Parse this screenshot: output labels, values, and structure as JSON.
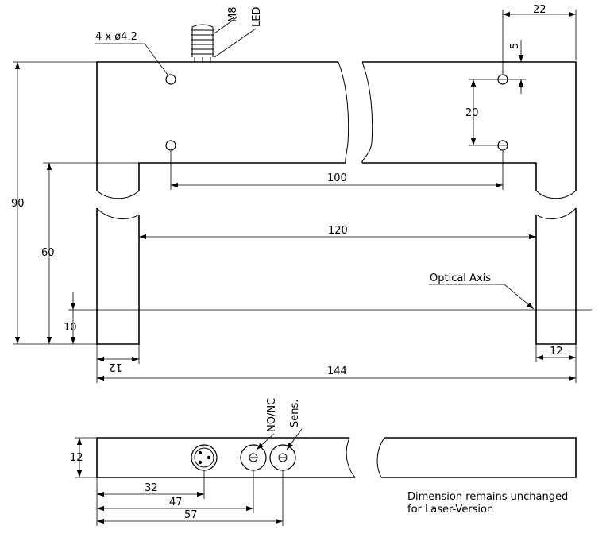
{
  "labels": {
    "holes": "4 x ø4.2",
    "connector": "M8",
    "led": "LED",
    "optical_axis": "Optical Axis",
    "no_nc": "NO/NC",
    "sens": "Sens.",
    "note_line1": "Dimension remains unchanged",
    "note_line2": "for Laser-Version"
  },
  "dimensions": {
    "width_22": "22",
    "hole_offset_5": "5",
    "hole_spacing_20": "20",
    "hole_distance_100": "100",
    "height_90": "90",
    "height_60": "60",
    "axis_10": "10",
    "gap_120": "120",
    "leg_left_12": "12",
    "leg_right_12": "12",
    "length_144": "144",
    "thickness_12": "12",
    "pos_32": "32",
    "pos_47": "47",
    "pos_57": "57"
  }
}
